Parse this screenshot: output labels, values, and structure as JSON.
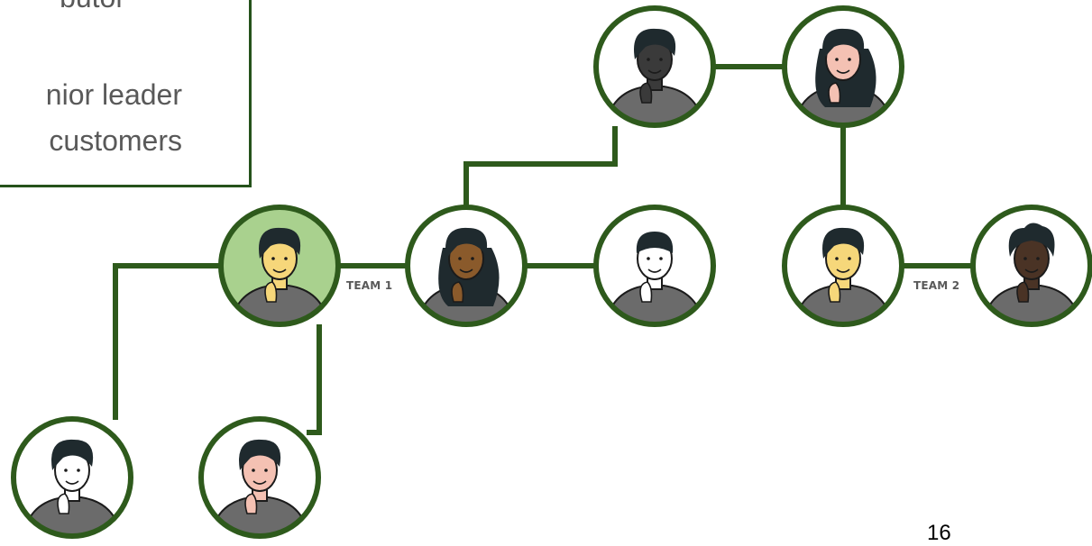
{
  "textbox": {
    "line1": "butor",
    "line2": "nior leader",
    "line3": "customers"
  },
  "colors": {
    "connector": "#2e5a1c",
    "ring": "#2e5a1c",
    "highlight_fill": "#a9d18e",
    "shirt": "#6b6b6b",
    "hair": "#1f2a2e"
  },
  "people": [
    {
      "id": "person-top-a",
      "skin": "#3a3a3a",
      "hair": "dark",
      "highlight": false
    },
    {
      "id": "person-top-b",
      "skin": "#f4c1b3",
      "hair": "long",
      "highlight": false
    },
    {
      "id": "person-you",
      "skin": "#f6d77a",
      "hair": "dark",
      "highlight": true
    },
    {
      "id": "person-team1-lead",
      "skin": "#8a5a2b",
      "hair": "long",
      "highlight": false
    },
    {
      "id": "person-team1-member",
      "skin": "#ffffff",
      "hair": "short",
      "highlight": false
    },
    {
      "id": "person-team2-lead",
      "skin": "#f6d77a",
      "hair": "dark",
      "highlight": false
    },
    {
      "id": "person-team2-member",
      "skin": "#4a3325",
      "hair": "curly",
      "highlight": false
    },
    {
      "id": "person-bottom-left",
      "skin": "#ffffff",
      "hair": "dark",
      "highlight": false
    },
    {
      "id": "person-bottom-right",
      "skin": "#f4c1b3",
      "hair": "dark",
      "highlight": false
    }
  ],
  "teams": {
    "team1": "TEAM 1",
    "team2": "TEAM 2"
  },
  "page_number": "16"
}
